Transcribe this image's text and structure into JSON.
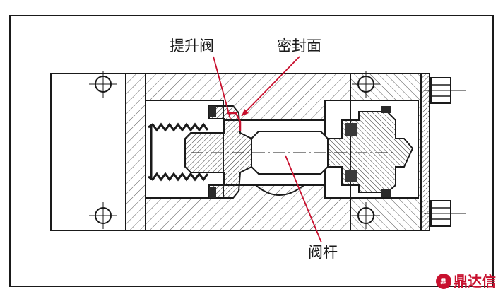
{
  "labels": {
    "poppet_valve": "提升阀",
    "sealing_face": "密封面",
    "valve_stem": "阀杆"
  },
  "watermark": {
    "text": "鼎达信",
    "emblem": "鼎",
    "color": "#c8102e"
  },
  "colors": {
    "line": "#1a1a1a",
    "seal_red": "#c8102e",
    "leader_red": "#c8102e",
    "dark_part": "#3a3a3a",
    "background": "#ffffff"
  }
}
